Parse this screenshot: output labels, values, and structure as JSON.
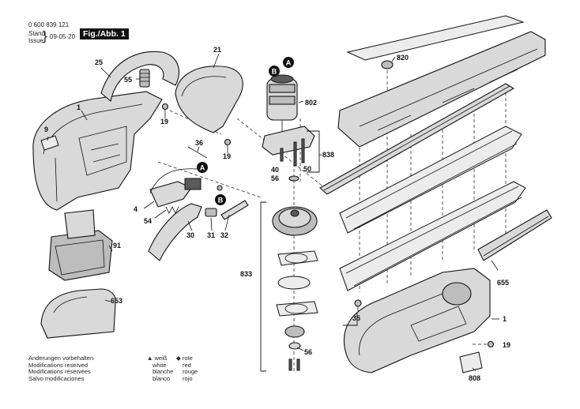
{
  "header": {
    "doc_number": "0 600 839 121",
    "stand_label": "Stand",
    "issue_label": "Issue",
    "date": "09-05-20",
    "figure_label": "Fig./Abb. 1"
  },
  "callouts": {
    "a": "A",
    "b": "B"
  },
  "parts": {
    "p1a": "1",
    "p1b": "1",
    "p4": "4",
    "p9": "9",
    "p19a": "19",
    "p19b": "19",
    "p19c": "19",
    "p21": "21",
    "p25": "25",
    "p30": "30",
    "p31": "31",
    "p32": "32",
    "p35": "35",
    "p36": "36",
    "p40": "40",
    "p50": "50",
    "p54": "54",
    "p55": "55",
    "p56a": "56",
    "p56b": "56",
    "p91": "91",
    "p653": "653",
    "p655": "655",
    "p802": "802",
    "p808": "808",
    "p820": "820",
    "p833": "833",
    "p838": "838"
  },
  "notes": [
    "Änderungen vorbehalten",
    "Modifications reserved",
    "Modifications réservées",
    "Salvo modificaciones"
  ],
  "legend": {
    "white": [
      "▲ weiß",
      "white",
      "blanche",
      "blanco"
    ],
    "red": [
      "◆ rote",
      "red",
      "rouge",
      "rojo"
    ]
  }
}
